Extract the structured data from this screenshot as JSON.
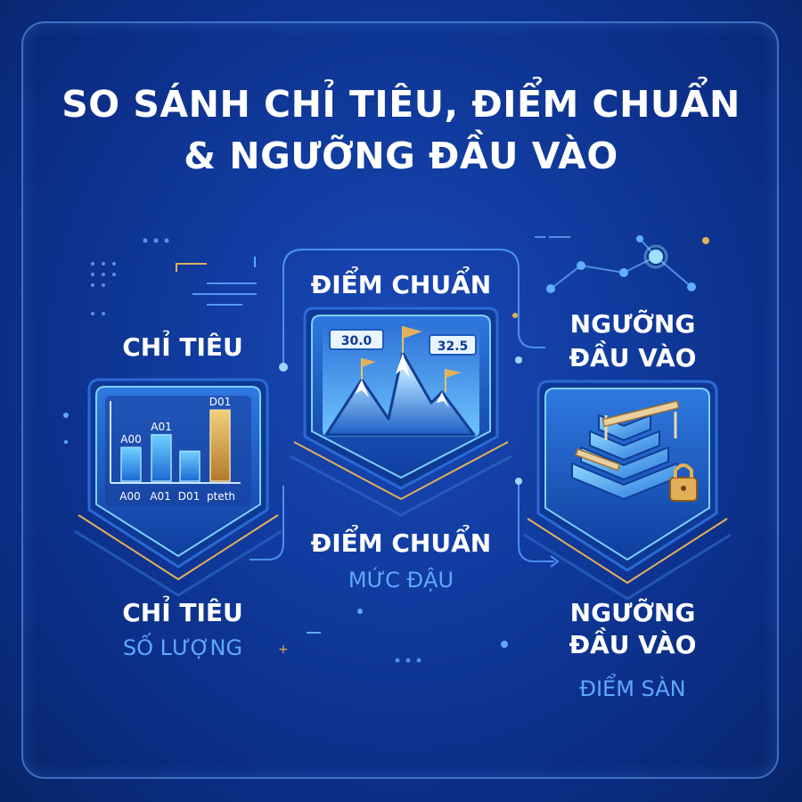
{
  "title": {
    "line1": "SO SÁNH CHỈ TIÊU, ĐIỂM CHUẨN",
    "line2": "& NGƯỠNG ĐẦU VÀO"
  },
  "left_card": {
    "top_label": "CHỈ TIÊU",
    "bottom_label": "CHỈ TIÊU",
    "bottom_sub": "SỐ LƯỢNG",
    "chart_bar_labels": [
      "A00",
      "A01",
      "",
      "D01"
    ],
    "chart_axis_labels": [
      "A00",
      "A01",
      "D01",
      "pteth"
    ],
    "chart_bar_heights": [
      0.45,
      0.62,
      0.4,
      0.95
    ]
  },
  "center_card": {
    "top_label": "ĐIỂM CHUẨN",
    "bottom_label": "ĐIỂM CHUẨN",
    "bottom_sub": "MỨC ĐẬU",
    "flag_left": "30.0",
    "flag_right": "32.5"
  },
  "right_card": {
    "top_label_line1": "NGƯỠNG",
    "top_label_line2": "ĐẦU VÀO",
    "bottom_label_line1": "NGƯỠNG",
    "bottom_label_line2": "ĐẦU VÀO",
    "bottom_sub": "ĐIỂM SÀN"
  },
  "colors": {
    "accent_blue": "#5fa8ff",
    "gold": "#e2b05a",
    "card_border": "#6fc4ff"
  }
}
